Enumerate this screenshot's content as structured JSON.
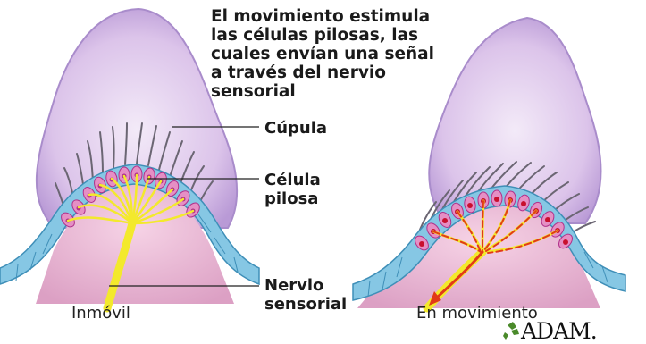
{
  "caption": "El movimiento estimula\nlas células pilosas, las\ncuales envían una señal\na través del nervio\nsensorial",
  "labels": {
    "cupula": "Cúpula",
    "celula_pilosa": "Célula\npilosa",
    "nervio_sensorial": "Nervio\nsensorial"
  },
  "panels": {
    "left": "Inmóvil",
    "right": "En movimiento"
  },
  "brand": {
    "logo_text": "ADAM."
  },
  "colors": {
    "cupula": "#dcc4ea",
    "cupula_edge": "#a98ccb",
    "epithelium": "#86c7e4",
    "hair_cell": "#b0308a",
    "nerve": "#f3e92c",
    "tissue": "#eab4d2",
    "signal": "#e23a18"
  }
}
